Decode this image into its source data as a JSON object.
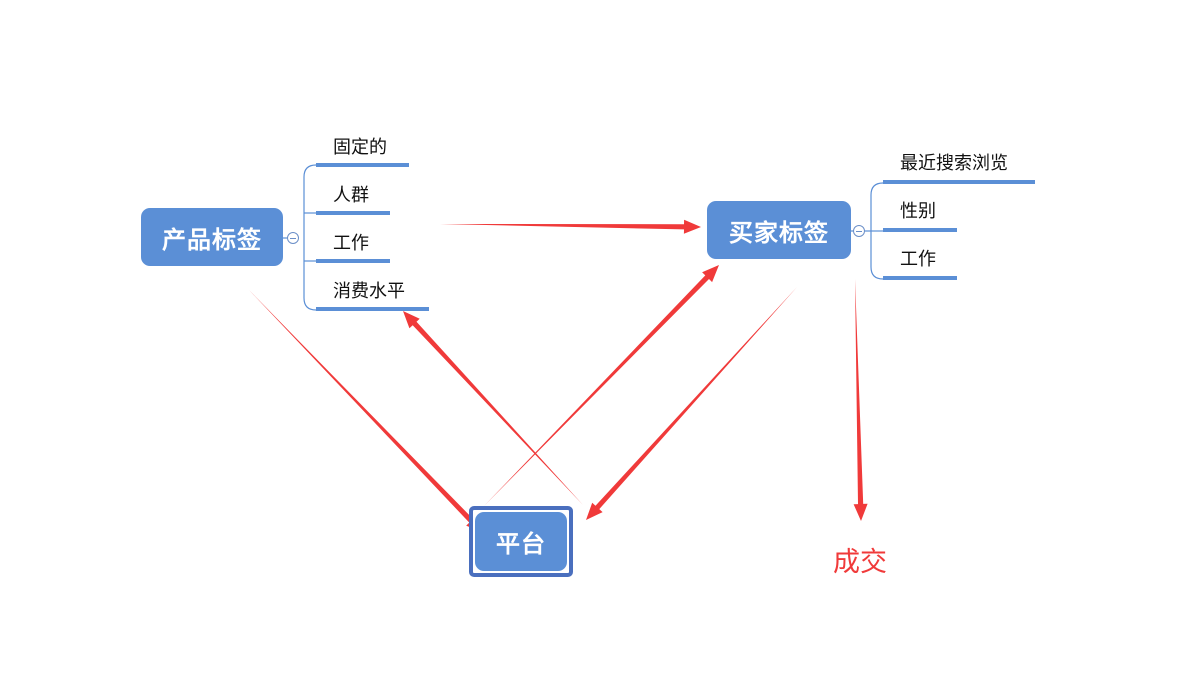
{
  "nodes": {
    "product_tags": "产品标签",
    "buyer_tags": "买家标签",
    "platform": "平台",
    "deal": "成交"
  },
  "product_branches": [
    "固定的",
    "人群",
    "工作",
    "消费水平"
  ],
  "buyer_branches": [
    "最近搜索浏览",
    "性别",
    "工作"
  ],
  "colors": {
    "node_fill": "#5b8fd6",
    "branch_line": "#5b8fd6",
    "arrow": "#f03a3a",
    "platform_border": "#4a6fbe"
  }
}
